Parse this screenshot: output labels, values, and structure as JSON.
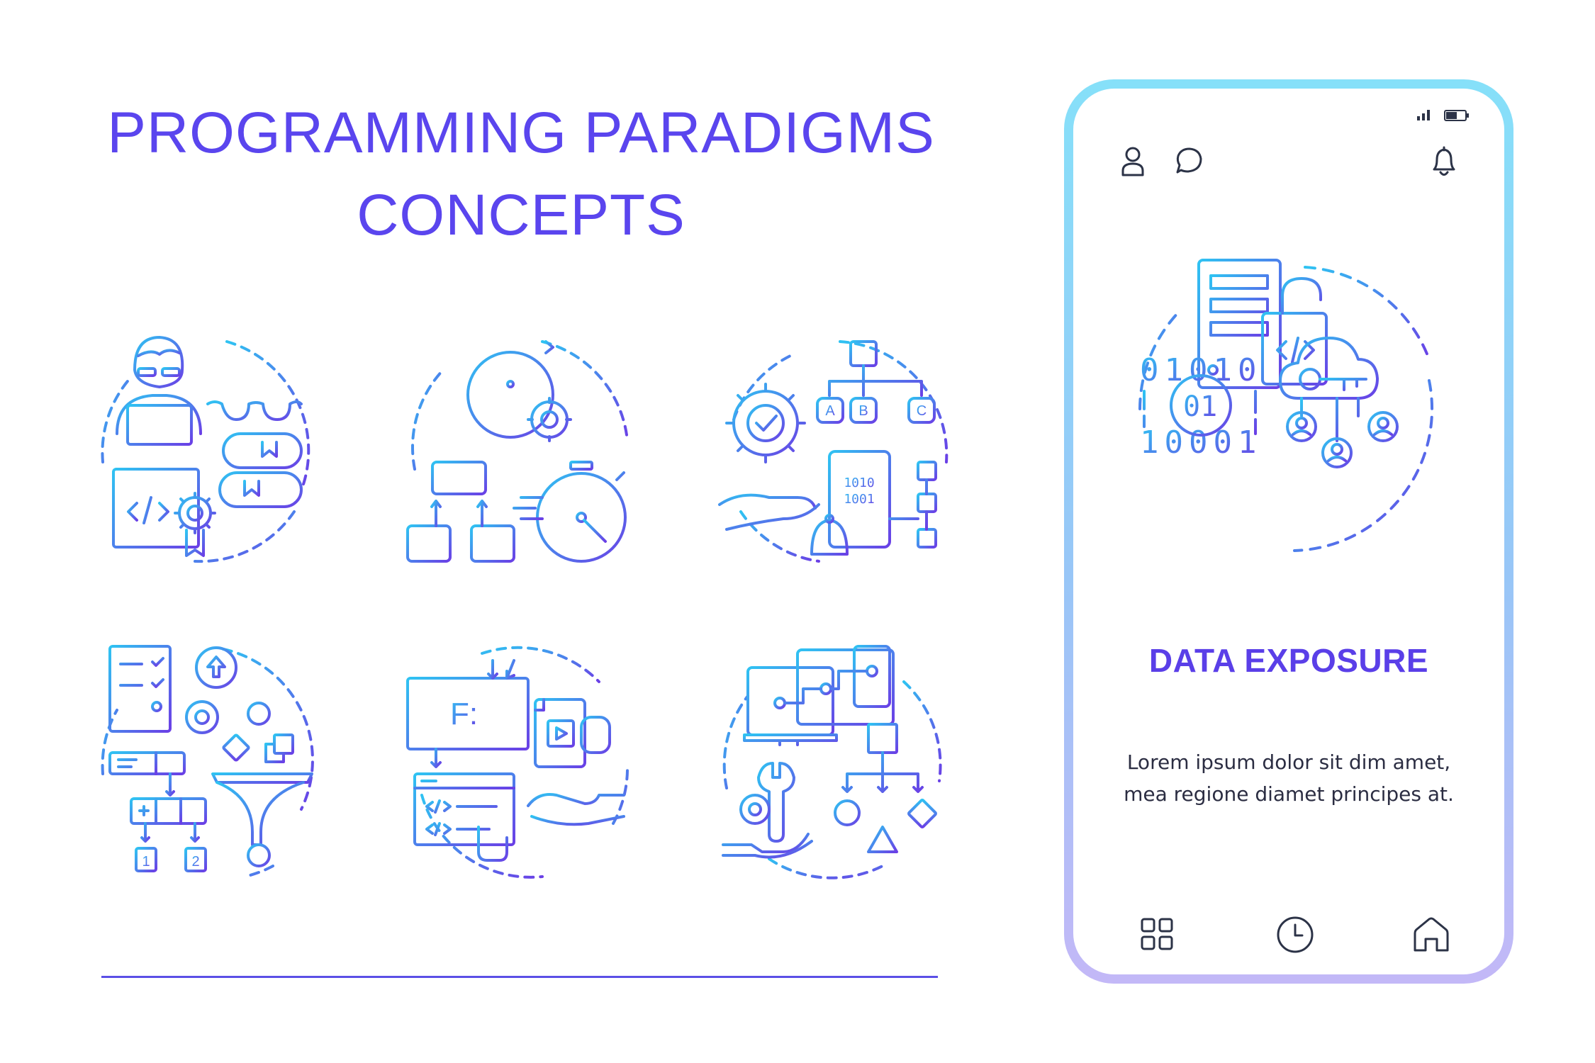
{
  "title": {
    "line1": "PROGRAMMING PARADIGMS",
    "line2": "CONCEPTS"
  },
  "icons": [
    {
      "name": "programmer-with-books-icon"
    },
    {
      "name": "info-cycle-stopwatch-icon"
    },
    {
      "name": "hierarchy-abc-gear-icon"
    },
    {
      "name": "checklist-funnel-icon"
    },
    {
      "name": "function-code-video-icon"
    },
    {
      "name": "devices-flow-shapes-icon"
    }
  ],
  "phone": {
    "status_icons": [
      "signal-icon",
      "battery-icon"
    ],
    "header_icons": [
      "user-icon",
      "chat-bubble-icon",
      "bell-icon"
    ],
    "illustration": "data-exposure-illustration-icon",
    "binary_text": {
      "row1": "01010",
      "center": "01",
      "row3": "10001"
    },
    "title": "DATA EXPOSURE",
    "body": "Lorem ipsum dolor sit dim amet, mea regione diamet principes at.",
    "nav_icons": [
      "grid-icon",
      "clock-icon",
      "home-icon"
    ]
  },
  "colors": {
    "title": "#5a45ee",
    "gradient_start": "#2fc3f2",
    "gradient_end": "#6a3fe6",
    "phone_frame": "#93d2f8",
    "divider": "#5b4fe6"
  }
}
